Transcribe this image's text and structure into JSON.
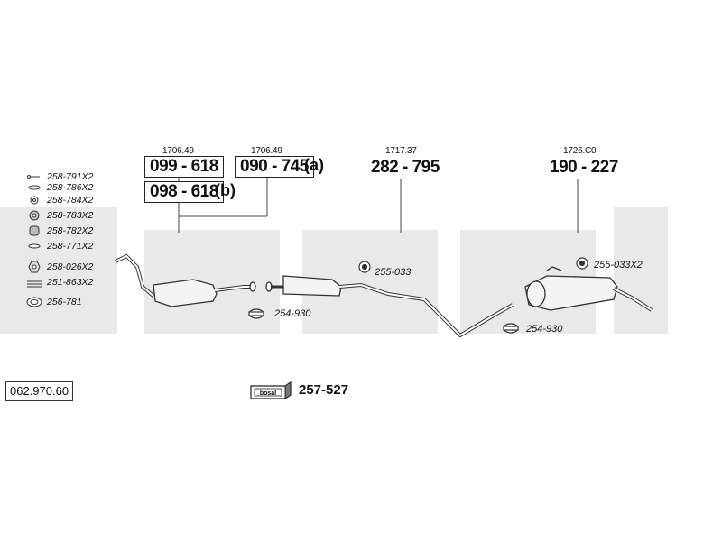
{
  "diagram": {
    "catalog_code": "062.970.60",
    "watermark_text": "bosal",
    "groups": [
      {
        "ref": "1706.49",
        "parts": [
          {
            "number": "099 - 618",
            "suffix": ""
          },
          {
            "number": "098 - 618",
            "suffix": "(b)"
          }
        ]
      },
      {
        "ref": "1706.49",
        "parts": [
          {
            "number": "090 - 745",
            "suffix": "(a)"
          }
        ]
      },
      {
        "ref": "1717.37",
        "part": "282 - 795"
      },
      {
        "ref": "1726.C0",
        "part": "190 - 227"
      }
    ],
    "accessories": [
      "258-791X2",
      "258-786X2",
      "258-784X2",
      "258-783X2",
      "258-782X2",
      "258-771X2",
      "258-026X2",
      "251-863X2",
      "256-781"
    ],
    "part_labels": [
      "254-930",
      "255-033",
      "255-033X2",
      "254-930"
    ],
    "kit": {
      "logo": "bosal",
      "number": "257-527"
    }
  }
}
